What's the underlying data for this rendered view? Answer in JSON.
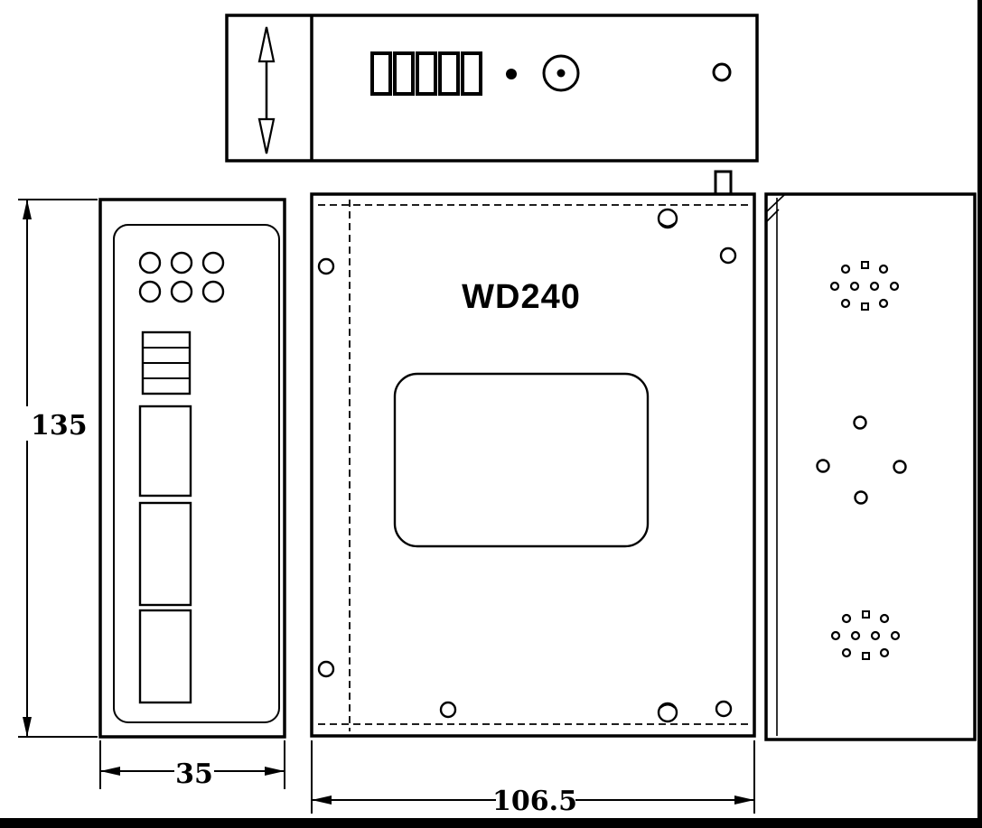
{
  "page": {
    "background_color": "#ffffff",
    "line_color": "#000000"
  },
  "front_view": {
    "model_label": "WD240"
  },
  "dimensions": {
    "height": "135",
    "depth": "35",
    "width": "106.5"
  }
}
